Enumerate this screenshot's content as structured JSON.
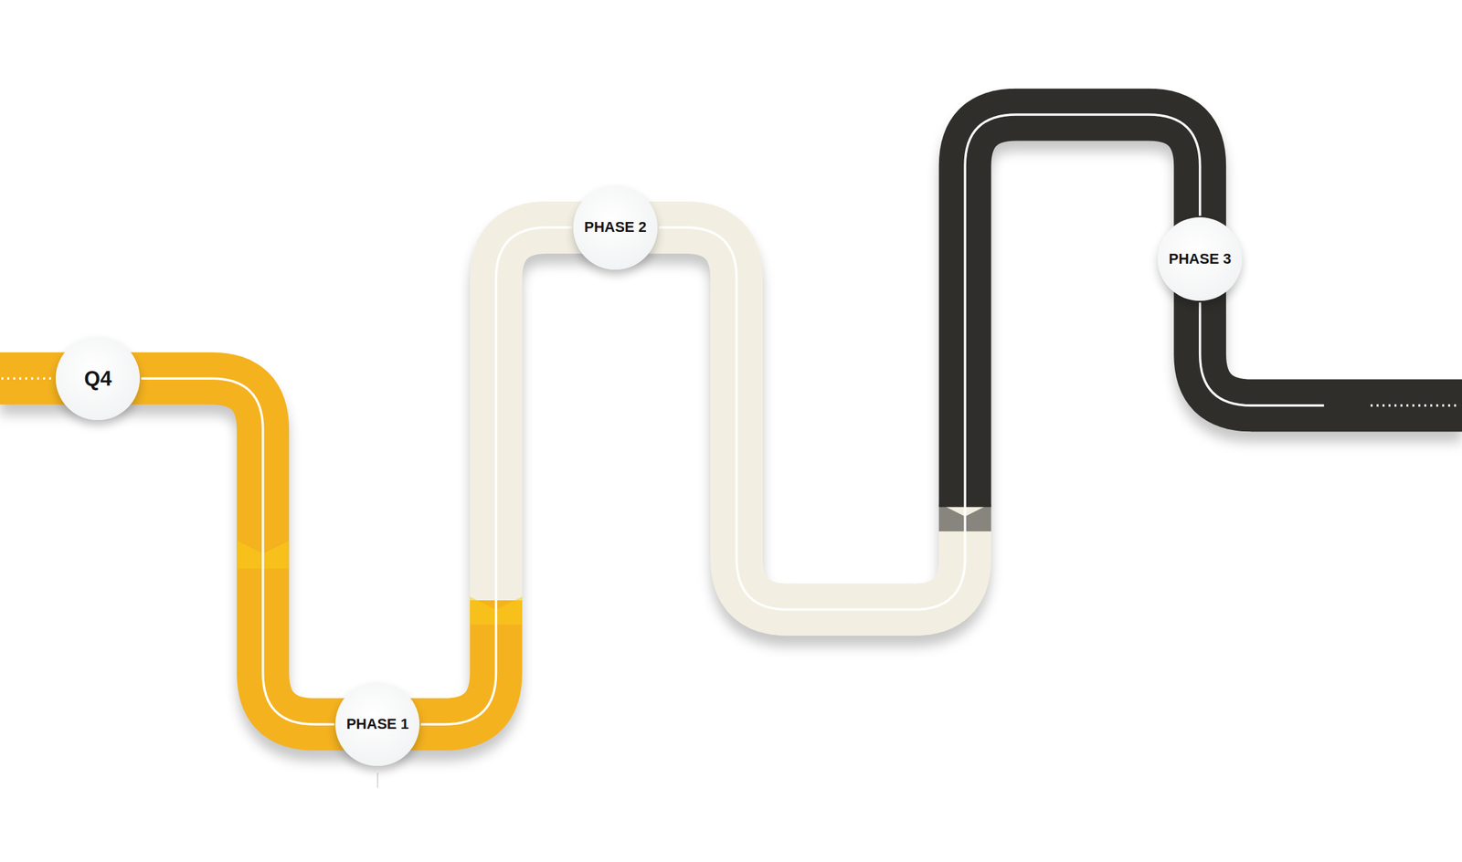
{
  "diagram": {
    "nodes": [
      {
        "text": [
          "Q4"
        ]
      },
      {
        "text": [
          "PHASE 1"
        ]
      },
      {
        "text": [
          "PHASE 2"
        ]
      },
      {
        "text": [
          "PHASE 3"
        ]
      }
    ],
    "edges": [
      {
        "from": 0,
        "to": 1,
        "arrow": "none"
      },
      {
        "from": 1,
        "to": 2,
        "arrow": "none"
      },
      {
        "from": 2,
        "to": 3,
        "arrow": "none"
      }
    ]
  }
}
